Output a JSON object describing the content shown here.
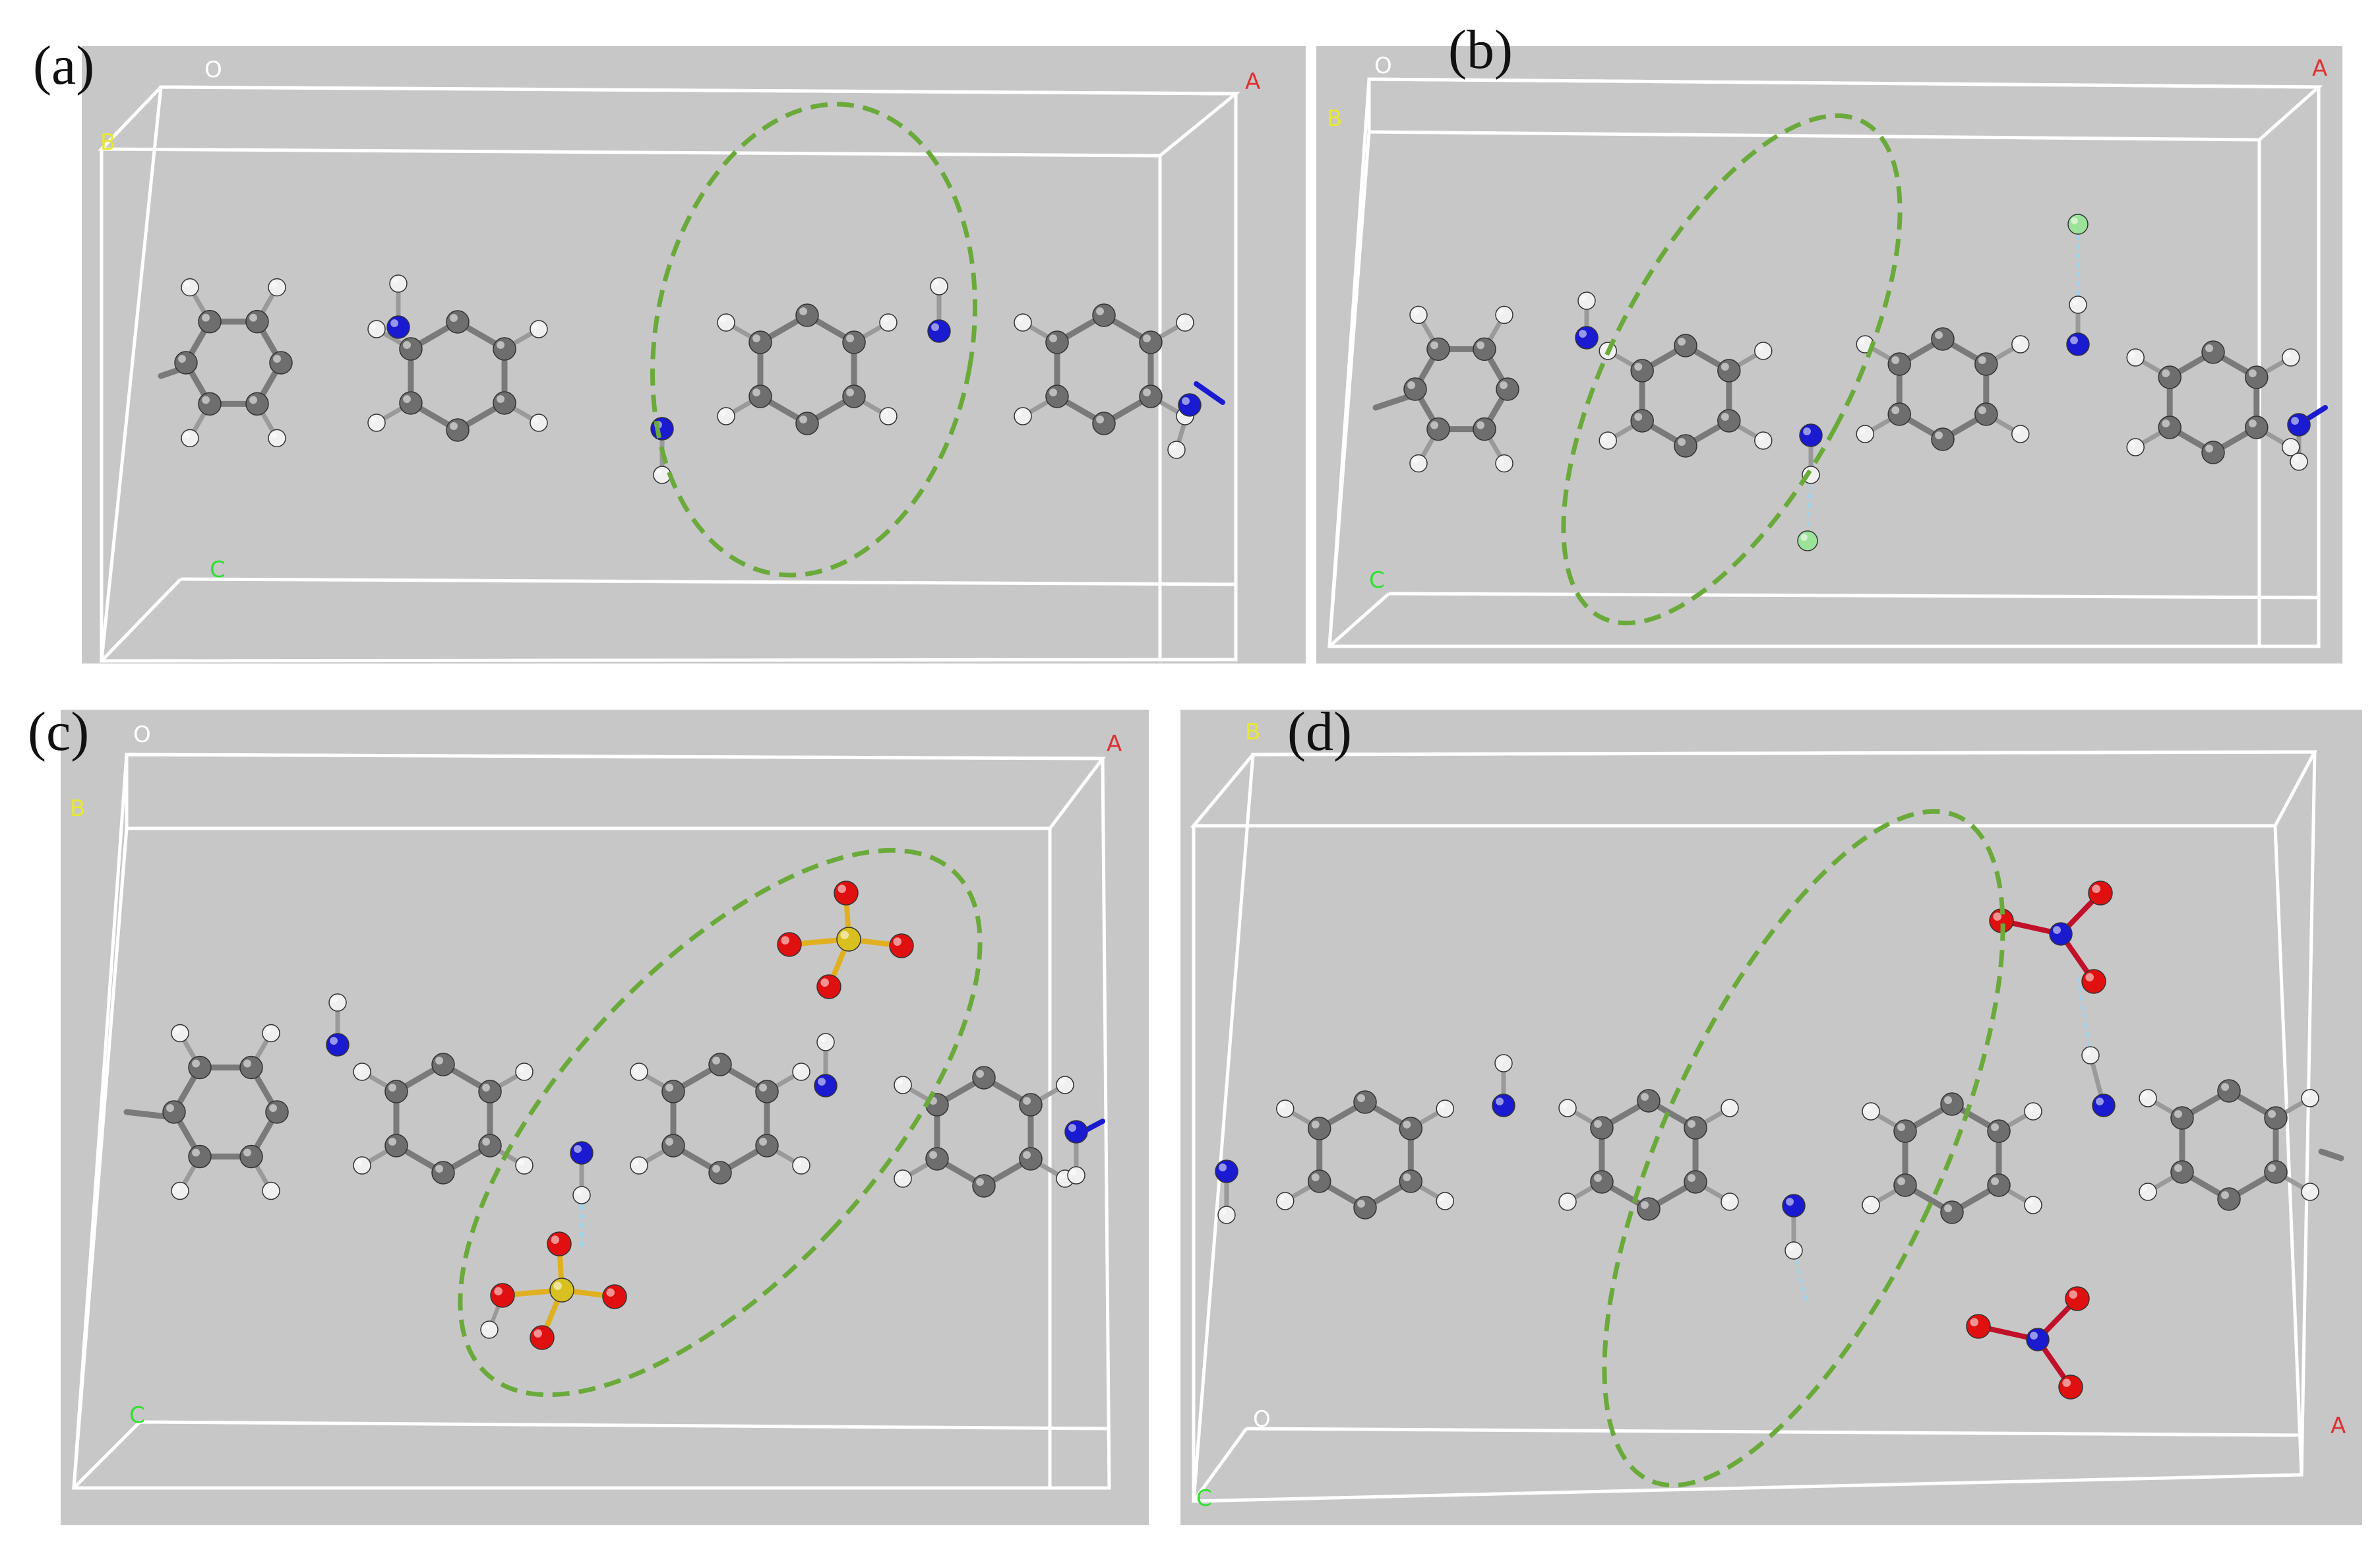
{
  "figure": {
    "panels": [
      {
        "id": "a",
        "label": "(a)",
        "axes": {
          "O": "O",
          "A": "A",
          "B": "B",
          "C": "C"
        }
      },
      {
        "id": "b",
        "label": "(b)",
        "axes": {
          "O": "O",
          "A": "A",
          "B": "B",
          "C": "C"
        }
      },
      {
        "id": "c",
        "label": "(c)",
        "axes": {
          "O": "O",
          "A": "A",
          "B": "B",
          "C": "C"
        }
      },
      {
        "id": "d",
        "label": "(d)",
        "axes": {
          "O": "O",
          "A": "A",
          "B": "B",
          "C": "C"
        }
      }
    ],
    "atom_colors": {
      "carbon": "#6e6e6e",
      "hydrogen": "#f0f0f0",
      "nitrogen": "#1a1ad0",
      "oxygen": "#e01010",
      "sulfur": "#d8c020",
      "chlorine": "#9be39b"
    },
    "axis_colors": {
      "O": "#ffffff",
      "A": "#e03030",
      "B": "#e8e830",
      "C": "#30e030"
    },
    "highlight_color": "#6aaa3a",
    "hbond_color": "#9fd4ea"
  }
}
